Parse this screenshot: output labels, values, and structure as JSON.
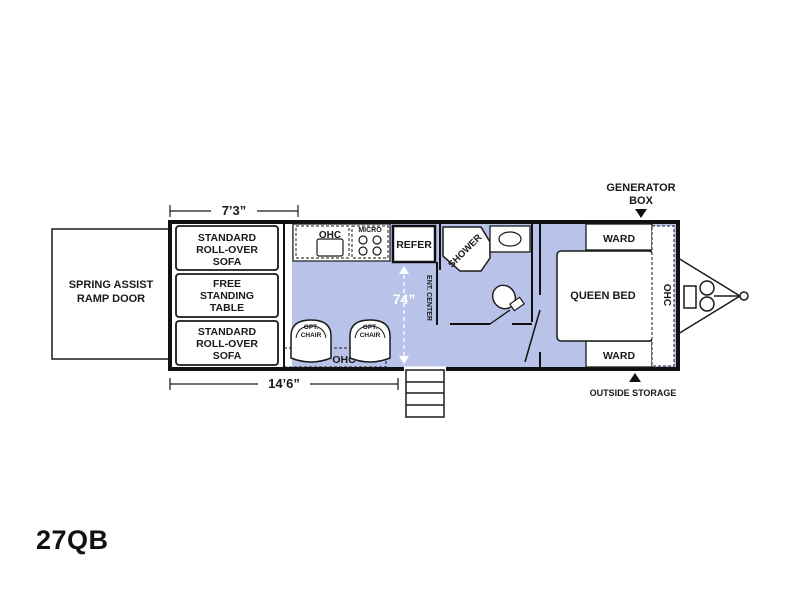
{
  "model": "27QB",
  "colors": {
    "floor": "#b9c3ea",
    "wall": "#111111",
    "line": "#1a1a1a",
    "background": "#ffffff"
  },
  "labels": {
    "ramp_door": [
      "SPRING ASSIST",
      "RAMP DOOR"
    ],
    "sofa_top": [
      "STANDARD",
      "ROLL-OVER",
      "SOFA"
    ],
    "table": [
      "FREE",
      "STANDING",
      "TABLE"
    ],
    "sofa_bottom": [
      "STANDARD",
      "ROLL-OVER",
      "SOFA"
    ],
    "ohc_kitchen": "OHC",
    "micro": "MICRO",
    "refer": "REFER",
    "shower": "SHOWER",
    "ent_center": "ENT. CENTER",
    "opt_chair": [
      "OPT.",
      "CHAIR"
    ],
    "ohc_bottom": "OHC",
    "queen_bed": "QUEEN BED",
    "ohc_front": "OHC",
    "ward": "WARD",
    "generator_box": [
      "GENERATOR",
      "BOX"
    ],
    "outside_storage": "OUTSIDE STORAGE"
  },
  "dimensions": {
    "width_garage": "7’3”",
    "length_garage": "14’6”",
    "ceiling_height": "74”"
  },
  "icons": [
    "stove-icon",
    "sink-icon",
    "toilet-icon",
    "chair-icon",
    "steps-icon",
    "hitch-icon",
    "arrow-down-icon",
    "arrow-up-icon"
  ]
}
